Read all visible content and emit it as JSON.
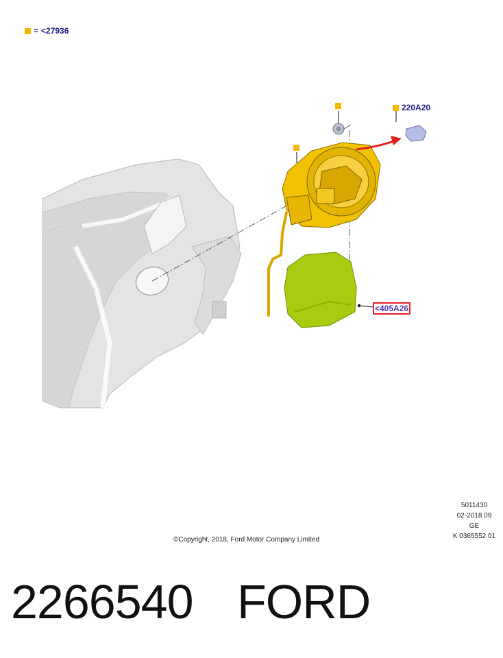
{
  "legend": {
    "equals": "=",
    "ref": "<27936"
  },
  "callouts": {
    "top_square": "",
    "right_ref": "220A20",
    "left_square": "",
    "cover_ref": "<405A26"
  },
  "meta": {
    "line1": "5011430",
    "line2": "02-2018 09",
    "line3": "GE",
    "line4": "K 0365552 01"
  },
  "copyright": "©Copyright, 2018, Ford Motor Company Limited",
  "part_number": "2266540",
  "brand": "FORD",
  "colors": {
    "marker": "#f5b800",
    "ref_text": "#1a1a8c",
    "housing": "#f2c200",
    "door": "#a8cc10",
    "arrow": "#e0201a",
    "box": "#e8202a"
  }
}
